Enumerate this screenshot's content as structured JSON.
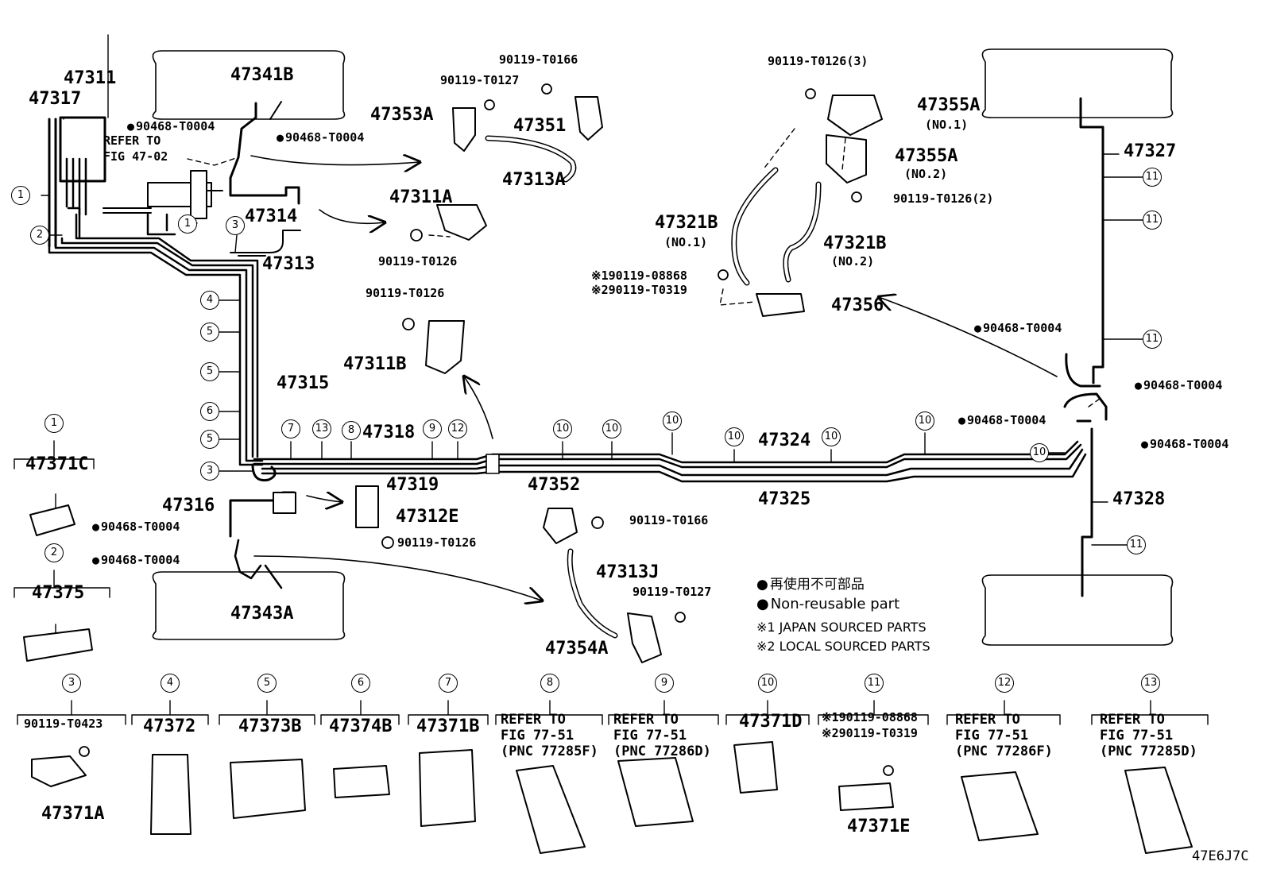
{
  "diagram_code": "47E6J7C",
  "legend": {
    "nonreusable_jp": "再使用不可部品",
    "nonreusable_en": "Non-reusable part",
    "note1": "※1 JAPAN SOURCED PARTS",
    "note2": "※2 LOCAL SOURCED PARTS"
  },
  "parts": {
    "p47311": "47311",
    "p47317": "47317",
    "p47341B": "47341B",
    "p90468a": "90468-T0004",
    "p90468b": "90468-T0004",
    "refer_to": "REFER TO",
    "refer_fig": "FIG 47-02",
    "p47314": "47314",
    "p47313": "47313",
    "p47315": "47315",
    "p47318": "47318",
    "p47319": "47319",
    "p47316": "47316",
    "p90468c": "90468-T0004",
    "p90468d": "90468-T0004",
    "p47343A": "47343A",
    "p47312E": "47312E",
    "p90119_T0126_e": "90119-T0126",
    "p90119_T0166": "90119-T0166",
    "p90119_T0127": "90119-T0127",
    "p47353A": "47353A",
    "p47351": "47351",
    "p47313A": "47313A",
    "p47311A": "47311A",
    "p90119_T0126_a": "90119-T0126",
    "p90119_T0126_b": "90119-T0126",
    "p47311B": "47311B",
    "p47352": "47352",
    "p90119_T0166_b": "90119-T0166",
    "p47313J": "47313J",
    "p90119_T0127_b": "90119-T0127",
    "p47354A": "47354A",
    "p47324": "47324",
    "p47325": "47325",
    "p90119_T0126_3": "90119-T0126(3)",
    "p47355A_1": "47355A",
    "no1": "(NO.1)",
    "p47355A_2": "47355A",
    "no2": "(NO.2)",
    "p90119_T0126_2": "90119-T0126(2)",
    "p47321B_1": "47321B",
    "no1b": "(NO.1)",
    "p47321B_2": "47321B",
    "no2b": "(NO.2)",
    "s1_08868": "※190119-08868",
    "s2_T0319": "※290119-T0319",
    "p47356": "47356",
    "p47327": "47327",
    "p47328": "47328",
    "p90468e": "90468-T0004",
    "p90468f": "90468-T0004",
    "p90468g": "90468-T0004",
    "p90468h": "90468-T0004"
  },
  "callouts": {
    "c1a": "1",
    "c1b": "1",
    "c2": "2",
    "c3a": "3",
    "c4": "4",
    "c5a": "5",
    "c5b": "5",
    "c6": "6",
    "c5c": "5",
    "c3b": "3",
    "c7": "7",
    "c13": "13",
    "c8": "8",
    "c9": "9",
    "c12": "12",
    "c10a": "10",
    "c10b": "10",
    "c10c": "10",
    "c10d": "10",
    "c10e": "10",
    "c10f": "10",
    "c10g": "10",
    "c11a": "11",
    "c11b": "11",
    "c11c": "11",
    "c11d": "11"
  },
  "clip_legend": [
    {
      "num": "1",
      "lines": [
        "47371C"
      ]
    },
    {
      "num": "2",
      "lines": [
        "47375"
      ]
    },
    {
      "num": "3",
      "lines": [
        "90119-T0423"
      ],
      "sub": "47371A"
    },
    {
      "num": "4",
      "lines": [
        "47372"
      ]
    },
    {
      "num": "5",
      "lines": [
        "47373B"
      ]
    },
    {
      "num": "6",
      "lines": [
        "47374B"
      ]
    },
    {
      "num": "7",
      "lines": [
        "47371B"
      ]
    },
    {
      "num": "8",
      "lines": [
        "REFER TO",
        "FIG 77-51",
        "(PNC 77285F)"
      ]
    },
    {
      "num": "9",
      "lines": [
        "REFER TO",
        "FIG 77-51",
        "(PNC 77286D)"
      ]
    },
    {
      "num": "10",
      "lines": [
        "47371D"
      ]
    },
    {
      "num": "11",
      "lines": [
        "※190119-08868",
        "※290119-T0319"
      ],
      "sub": "47371E"
    },
    {
      "num": "12",
      "lines": [
        "REFER TO",
        "FIG 77-51",
        "(PNC 77286F)"
      ]
    },
    {
      "num": "13",
      "lines": [
        "REFER TO",
        "FIG 77-51",
        "(PNC 77285D)"
      ]
    }
  ],
  "icons": [
    "brake-tube-line",
    "clamp-icon",
    "bolt-icon",
    "clip-icon",
    "bracket-icon",
    "flexible-hose-icon",
    "arrow-icon"
  ]
}
